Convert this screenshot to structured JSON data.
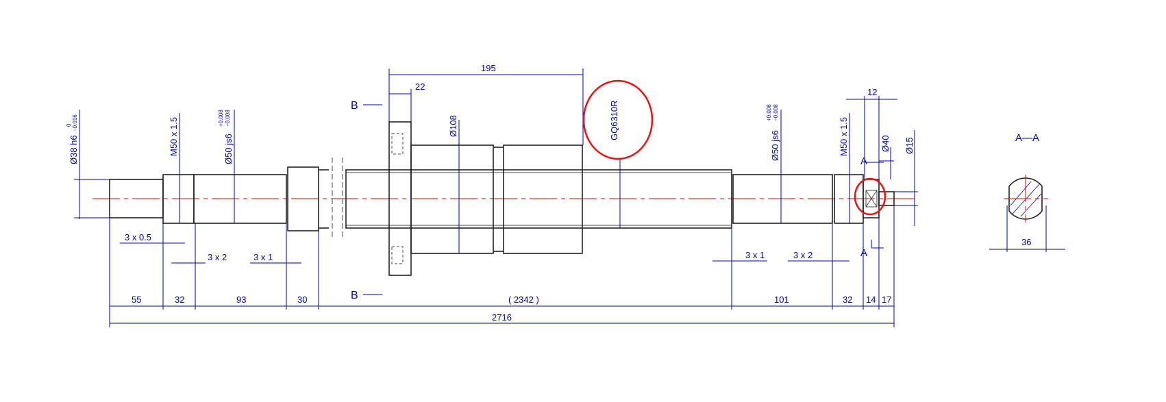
{
  "drawing": {
    "nut_model": "GQ6310R",
    "diameters": {
      "d38": "Ø38 h6",
      "d38_tol_upper": "0",
      "d38_tol_lower": "−0.016",
      "thread_left": "M50 x 1.5",
      "d50_left": "Ø50 js6",
      "d50_tol_upper": "+0.008",
      "d50_tol_lower": "−0.008",
      "d108": "Ø108",
      "d50_right": "Ø50 js6",
      "thread_right": "M50 x 1.5",
      "d40": "Ø40",
      "d15": "Ø15"
    },
    "chamfers": [
      "3 x 0.5",
      "3 x 2",
      "3 x 1",
      "3 x 1",
      "3 x 2"
    ],
    "lengths": [
      "55",
      "32",
      "93",
      "30",
      "( 2342 )",
      "101",
      "32",
      "14",
      "17"
    ],
    "overall": "2716",
    "top_dims": {
      "nut_length": "195",
      "flange": "22",
      "end": "12"
    },
    "section_labels": {
      "b": "B",
      "a": "A",
      "section_title": "A—A",
      "flat_width": "36"
    },
    "highlight_color": "#f01010"
  }
}
